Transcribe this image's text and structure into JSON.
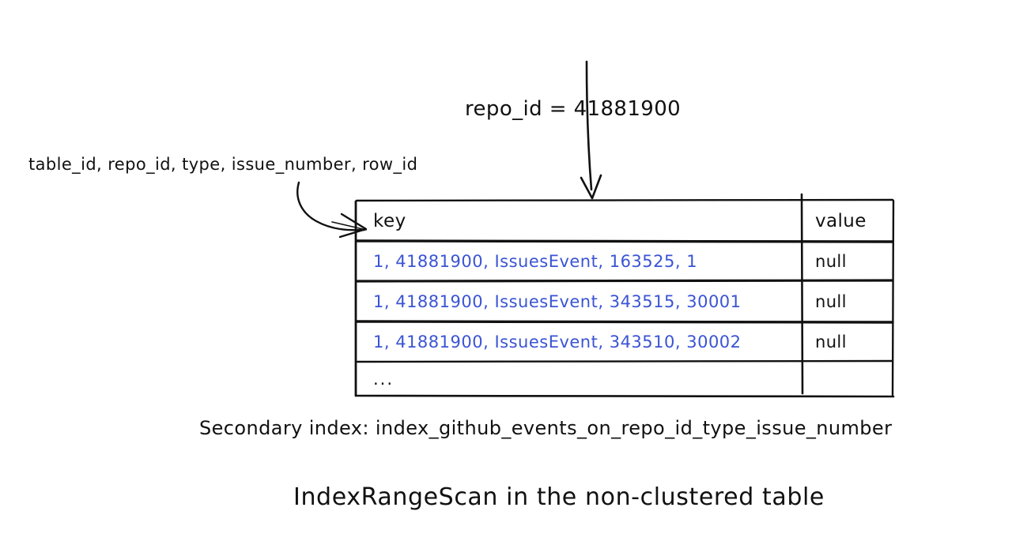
{
  "diagram": {
    "title": "IndexRangeScan in the non-clustered table",
    "caption": "Secondary index: index_github_events_on_repo_id_type_issue_number",
    "columns_label": "table_id, repo_id, type, issue_number, row_id",
    "filter_label": "repo_id = 41881900",
    "colors": {
      "stroke": "#111111",
      "key_text": "#3a54d4",
      "background": "#ffffff"
    },
    "table": {
      "headers": {
        "key": "key",
        "value": "value"
      },
      "rows": [
        {
          "key": "1, 41881900, IssuesEvent, 163525, 1",
          "value": "null"
        },
        {
          "key": "1, 41881900, IssuesEvent, 343515, 30001",
          "value": "null"
        },
        {
          "key": "1, 41881900, IssuesEvent, 343510, 30002",
          "value": "null"
        },
        {
          "key": "...",
          "value": ""
        }
      ]
    },
    "arrows": [
      {
        "name": "filter-arrow",
        "from": "repo_id = 41881900",
        "to": "index-table-top"
      },
      {
        "name": "columns-arrow",
        "from": "table_id, repo_id, type, issue_number, row_id",
        "to": "key-column-header"
      }
    ]
  }
}
